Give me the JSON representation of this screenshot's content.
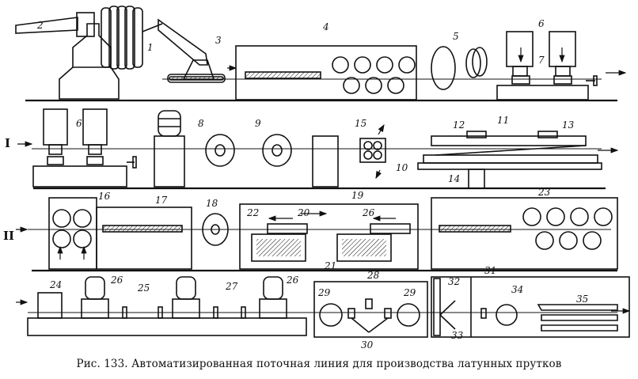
{
  "caption": "Рис. 133. Автоматизированная поточная линия для производства  латунных прутков",
  "section_labels": [
    "I",
    "II"
  ],
  "labels": [
    "1",
    "2",
    "3",
    "4",
    "5",
    "6",
    "7",
    "6",
    "8",
    "9",
    "15",
    "12",
    "11",
    "13",
    "10",
    "14",
    "16",
    "17",
    "18",
    "19",
    "22",
    "20",
    "26",
    "23",
    "21",
    "24",
    "26",
    "25",
    "27",
    "26",
    "28",
    "29",
    "29",
    "30",
    "32",
    "31",
    "34",
    "33",
    "35"
  ]
}
